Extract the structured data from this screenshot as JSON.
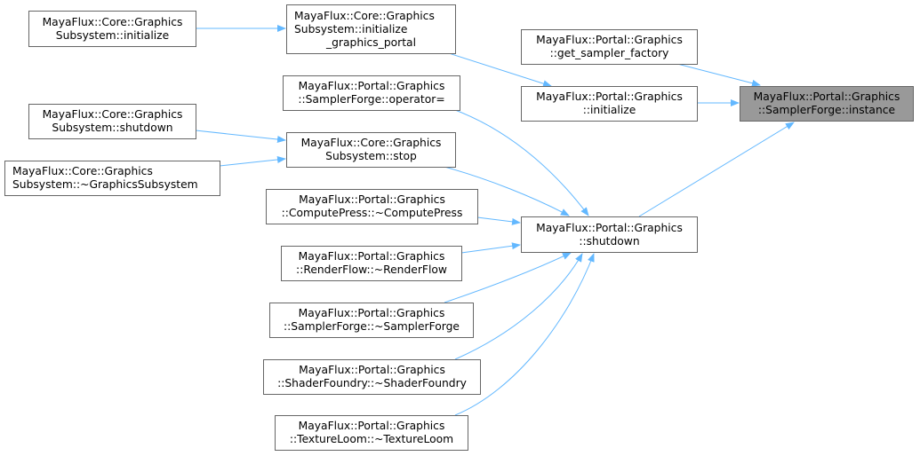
{
  "colors": {
    "edge": "#63b8ff",
    "current_fill": "#999999",
    "border": "#666666"
  },
  "nodes": {
    "core_initialize": [
      "MayaFlux::Core::Graphics",
      "Subsystem::initialize"
    ],
    "init_graphics_portal": [
      "MayaFlux::Core::Graphics",
      "Subsystem::initialize",
      "_graphics_portal"
    ],
    "get_sampler_factory": [
      "MayaFlux::Portal::Graphics",
      "::get_sampler_factory"
    ],
    "portal_initialize": [
      "MayaFlux::Portal::Graphics",
      "::initialize"
    ],
    "instance": [
      "MayaFlux::Portal::Graphics",
      "::SamplerForge::instance"
    ],
    "operator_assign": [
      "MayaFlux::Portal::Graphics",
      "::SamplerForge::operator="
    ],
    "core_shutdown": [
      "MayaFlux::Core::Graphics",
      "Subsystem::shutdown"
    ],
    "stop": [
      "MayaFlux::Core::Graphics",
      "Subsystem::stop"
    ],
    "graphics_subsystem_dtor": [
      "MayaFlux::Core::Graphics",
      "Subsystem::~GraphicsSubsystem"
    ],
    "compute_press_dtor": [
      "MayaFlux::Portal::Graphics",
      "::ComputePress::~ComputePress"
    ],
    "portal_shutdown": [
      "MayaFlux::Portal::Graphics",
      "::shutdown"
    ],
    "render_flow_dtor": [
      "MayaFlux::Portal::Graphics",
      "::RenderFlow::~RenderFlow"
    ],
    "sampler_forge_dtor": [
      "MayaFlux::Portal::Graphics",
      "::SamplerForge::~SamplerForge"
    ],
    "shader_foundry_dtor": [
      "MayaFlux::Portal::Graphics",
      "::ShaderFoundry::~ShaderFoundry"
    ],
    "texture_loom_dtor": [
      "MayaFlux::Portal::Graphics",
      "::TextureLoom::~TextureLoom"
    ]
  }
}
